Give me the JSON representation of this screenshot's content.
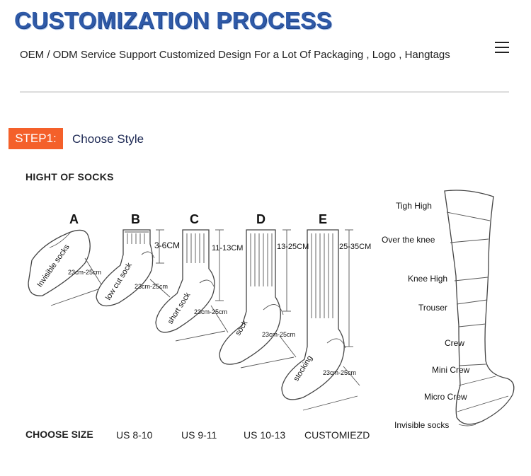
{
  "header": {
    "title": "CUSTOMIZATION PROCESS",
    "subtitle": "OEM / ODM Service Support Customized Design For a Lot Of Packaging , Logo , Hangtags",
    "menu_icon": "hamburger-icon"
  },
  "step": {
    "badge": "STEP1:",
    "title": "Choose Style",
    "badge_color": "#f4602a"
  },
  "socks_section": {
    "heading": "HIGHT OF SOCKS",
    "styles": [
      {
        "letter": "A",
        "name": "Invisible socks",
        "height": "",
        "length": "23cm-25cm"
      },
      {
        "letter": "B",
        "name": "low cut sock",
        "height": "3-6CM",
        "length": "23cm-25cm"
      },
      {
        "letter": "C",
        "name": "short sock",
        "height": "11-13CM",
        "length": "23cm-25cm"
      },
      {
        "letter": "D",
        "name": "sock",
        "height": "13-25CM",
        "length": "23cm-25cm"
      },
      {
        "letter": "E",
        "name": "stocking",
        "height": "25-35CM",
        "length": "23cm-25cm"
      }
    ]
  },
  "sizes": {
    "label": "CHOOSE SIZE",
    "values": [
      "US 8-10",
      "US 9-11",
      "US 10-13",
      "CUSTOMIEZD"
    ]
  },
  "leg_chart": {
    "levels": [
      "Tigh High",
      "Over the knee",
      "Knee High",
      "Trouser",
      "Crew",
      "Mini Crew",
      "Micro Crew",
      "Invisible socks"
    ]
  }
}
